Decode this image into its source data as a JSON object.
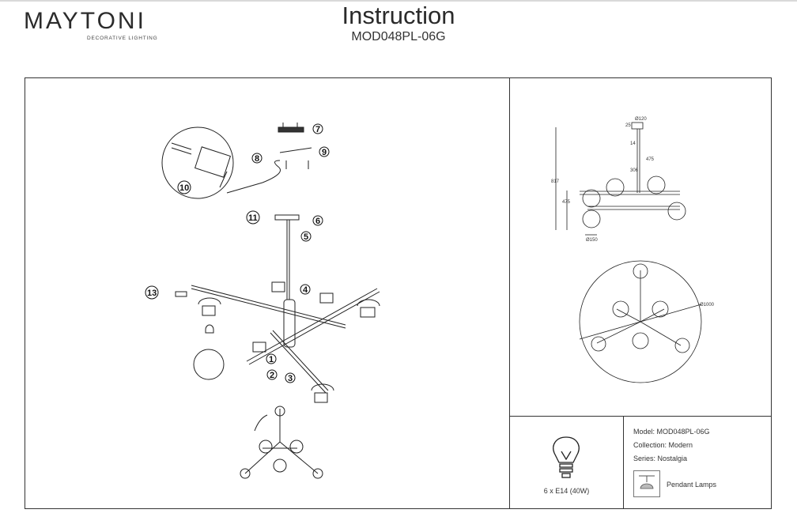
{
  "brand": {
    "name": "MAYTONI",
    "tagline": "DECORATIVE LIGHTING"
  },
  "header": {
    "title": "Instruction",
    "model": "MOD048PL-06G"
  },
  "steps": [
    "1",
    "2",
    "3",
    "4",
    "5",
    "6",
    "7",
    "8",
    "9",
    "10",
    "11",
    "13"
  ],
  "dimensions": {
    "d_top": "Ø120",
    "h1": "25",
    "h2": "14",
    "h3": "306",
    "h4": "475",
    "total": "817",
    "h_lower": "475",
    "d_globe": "Ø150",
    "d_span": "Ø1000"
  },
  "bulb": {
    "spec": "6 x E14 (40W)"
  },
  "info": {
    "model": "Model: MOD048PL-06G",
    "collection": "Collection: Modern",
    "series": "Series: Nostalgia",
    "type": "Pendant Lamps"
  }
}
